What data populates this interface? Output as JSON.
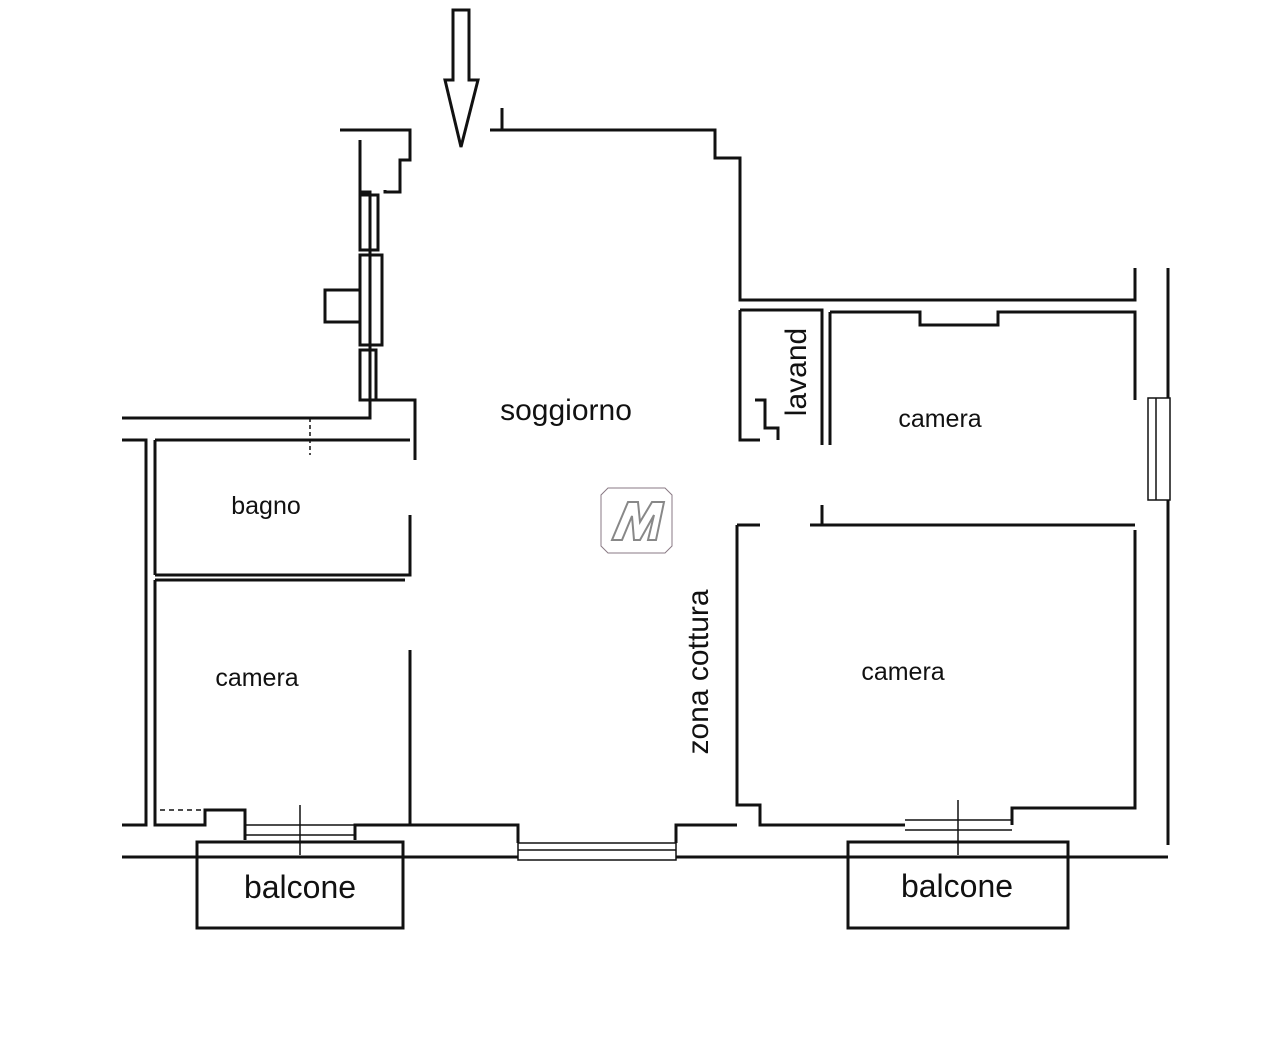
{
  "plan": {
    "rooms": {
      "living": "soggiorno",
      "bathroom": "bagno",
      "bedroom_left": "camera",
      "bedroom_top_right": "camera",
      "bedroom_bottom_right": "camera",
      "laundry": "lavand",
      "kitchen": "zona cottura",
      "balcony_left": "balcone",
      "balcony_right": "balcone"
    },
    "entrance_marker": "arrow-down-icon",
    "logo_letter": "M",
    "colors": {
      "walls": "#111111",
      "logo": "#8a7a84"
    }
  }
}
